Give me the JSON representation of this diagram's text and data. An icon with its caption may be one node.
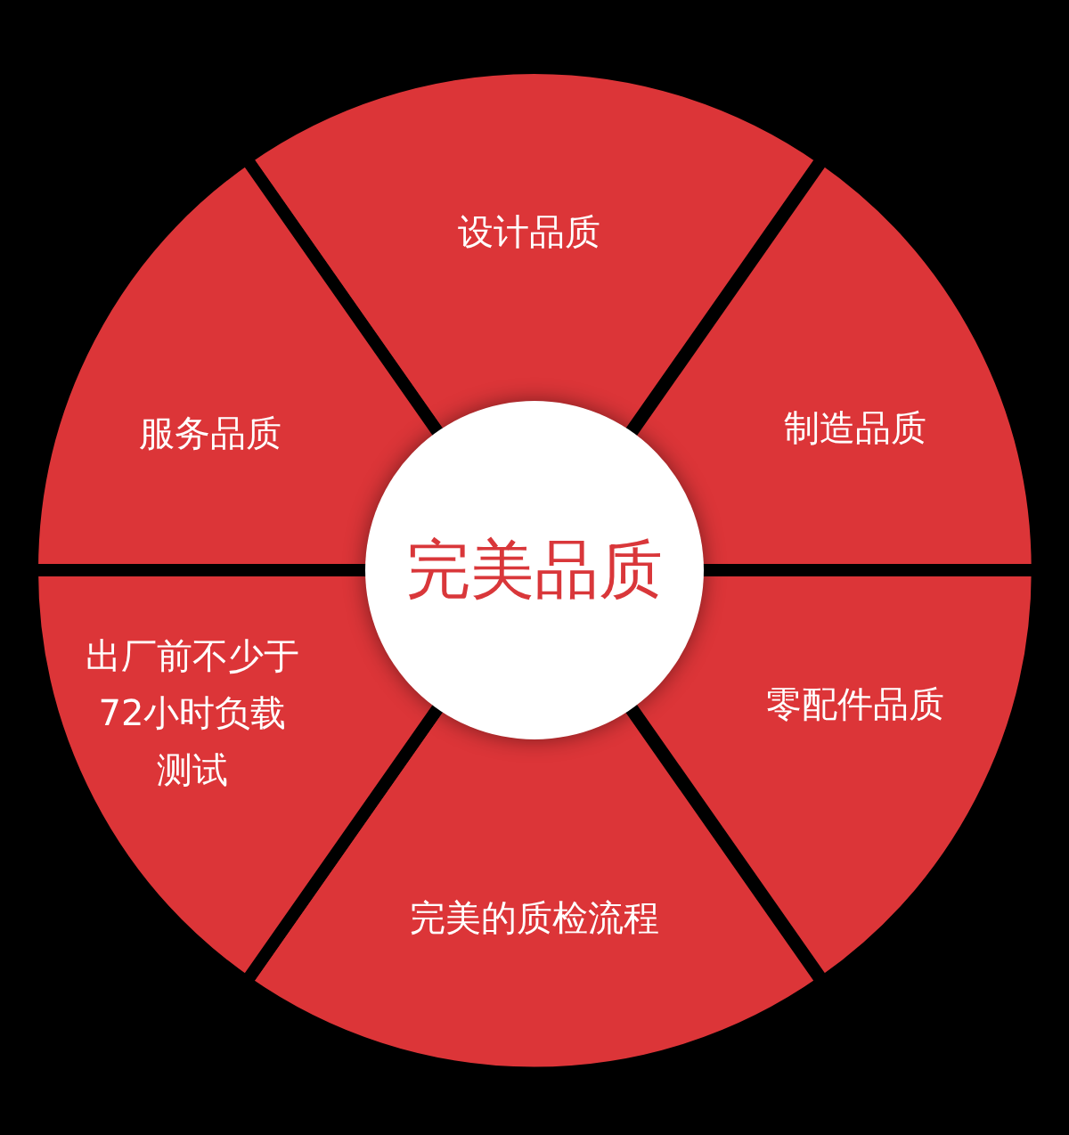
{
  "diagram": {
    "nodes": [
      {
        "text": [
          "完美品质"
        ]
      },
      {
        "text": [
          "设计品质"
        ]
      },
      {
        "text": [
          "制造品质"
        ]
      },
      {
        "text": [
          "零配件品质"
        ]
      },
      {
        "text": [
          "完美的质检流程"
        ]
      },
      {
        "text": [
          "出厂前不少于72小时负载测试"
        ]
      },
      {
        "text": [
          "服务品质"
        ]
      }
    ]
  }
}
